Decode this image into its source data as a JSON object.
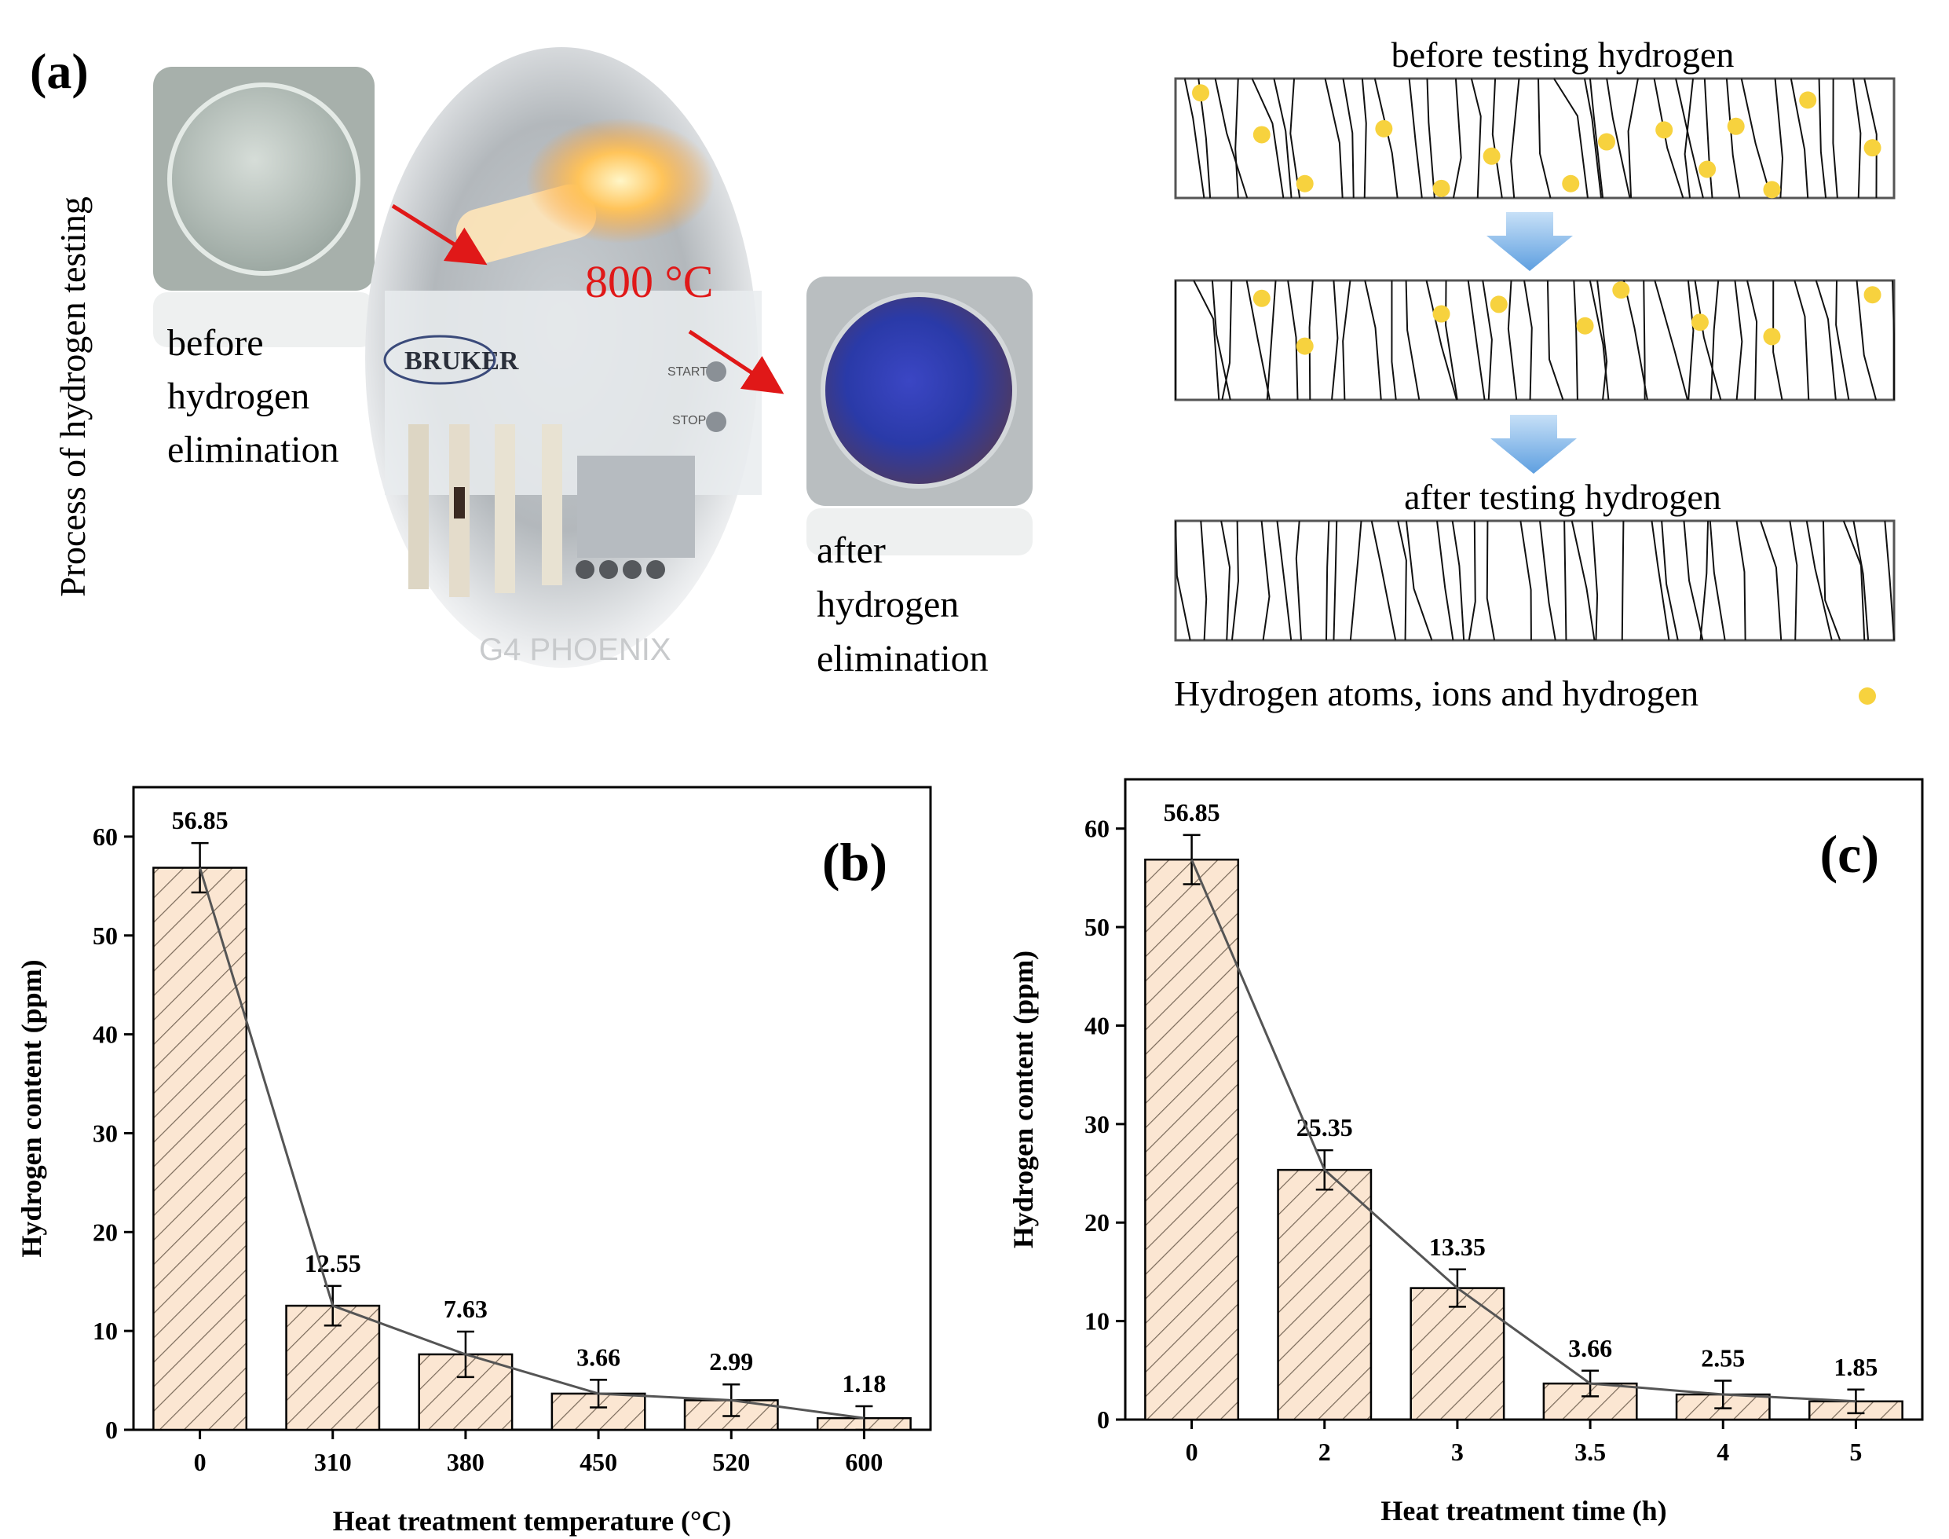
{
  "panel_a": {
    "label": "(a)",
    "side_label": "Process of hydrogen testing",
    "before_caption": [
      "before",
      "hydrogen",
      "elimination"
    ],
    "after_caption": [
      "after",
      "hydrogen",
      "elimination"
    ],
    "temperature": "800 °C",
    "instrument_brand": "BRUKER",
    "instrument_model": "G4 PHOENIX",
    "start_button": "START",
    "stop_button": "STOP",
    "colors": {
      "arrow": "#e01818",
      "sample_after": "#2a3aa8",
      "sample_before": "#b9c4bf"
    }
  },
  "schematic": {
    "top_label": "before testing hydrogen",
    "bottom_label": "after testing hydrogen",
    "legend": "Hydrogen atoms, ions and hydrogen",
    "atom_color": "#f7d23e",
    "arrow_color": "#7fb6ea",
    "atoms": {
      "stage1": [
        [
          0.035,
          0.12
        ],
        [
          0.12,
          0.47
        ],
        [
          0.18,
          0.88
        ],
        [
          0.29,
          0.42
        ],
        [
          0.37,
          0.92
        ],
        [
          0.44,
          0.65
        ],
        [
          0.55,
          0.88
        ],
        [
          0.6,
          0.53
        ],
        [
          0.68,
          0.43
        ],
        [
          0.74,
          0.76
        ],
        [
          0.78,
          0.4
        ],
        [
          0.83,
          0.93
        ],
        [
          0.88,
          0.18
        ],
        [
          0.97,
          0.58
        ]
      ],
      "stage2": [
        [
          0.12,
          0.15
        ],
        [
          0.18,
          0.55
        ],
        [
          0.37,
          0.28
        ],
        [
          0.45,
          0.2
        ],
        [
          0.57,
          0.38
        ],
        [
          0.62,
          0.08
        ],
        [
          0.73,
          0.35
        ],
        [
          0.83,
          0.47
        ],
        [
          0.97,
          0.12
        ]
      ]
    }
  },
  "chart_data": [
    {
      "type": "bar",
      "panel_label": "(b)",
      "categories": [
        "0",
        "310",
        "380",
        "450",
        "520",
        "600"
      ],
      "values": [
        56.85,
        12.55,
        7.63,
        3.66,
        2.99,
        1.18
      ],
      "errors": [
        2.5,
        2.0,
        2.3,
        1.4,
        1.6,
        1.2
      ],
      "data_labels": [
        "56.85",
        "12.55",
        "7.63",
        "3.66",
        "2.99",
        "1.18"
      ],
      "xlabel": "Heat treatment temperature (°C)",
      "ylabel": "Hydrogen content (ppm)",
      "ylim": [
        0,
        65
      ],
      "yticks": [
        0,
        10,
        20,
        30,
        40,
        50,
        60
      ],
      "overlay_line": true,
      "bar_fill": "#fbe6d2",
      "bar_hatch": "#7a6a5a"
    },
    {
      "type": "bar",
      "panel_label": "(c)",
      "categories": [
        "0",
        "2",
        "3",
        "3.5",
        "4",
        "5"
      ],
      "values": [
        56.85,
        25.35,
        13.35,
        3.66,
        2.55,
        1.85
      ],
      "errors": [
        2.5,
        2.0,
        1.9,
        1.3,
        1.4,
        1.2
      ],
      "data_labels": [
        "56.85",
        "25.35",
        "13.35",
        "3.66",
        "2.55",
        "1.85"
      ],
      "xlabel": "Heat treatment time (h)",
      "ylabel": "Hydrogen content (ppm)",
      "ylim": [
        0,
        65
      ],
      "yticks": [
        0,
        10,
        20,
        30,
        40,
        50,
        60
      ],
      "overlay_line": true,
      "bar_fill": "#fbe6d2",
      "bar_hatch": "#7a6a5a"
    }
  ]
}
